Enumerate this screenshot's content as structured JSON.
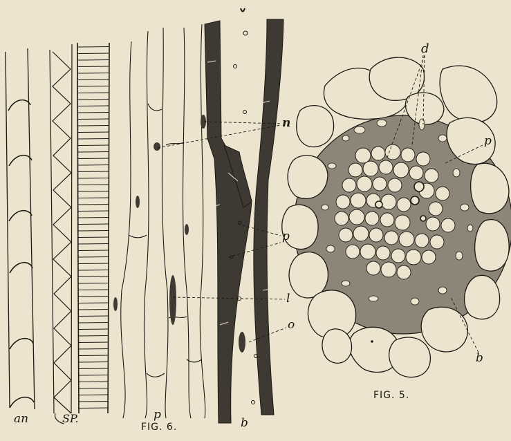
{
  "colors": {
    "paper": "#ece4cf",
    "ink": "#1c1812",
    "dark_wall": "#3e3a33",
    "ring_fill": "#8d8678"
  },
  "fig6": {
    "caption": "FIG. 6.",
    "labels": {
      "an": "an",
      "sp": "SP.",
      "p_bottom": "p",
      "b_bottom": "b",
      "n": "n",
      "p_right": "p",
      "l": "l",
      "o": "o"
    }
  },
  "fig5": {
    "caption": "FIG. 5.",
    "labels": {
      "d": "d",
      "p": "p",
      "b": "b"
    }
  }
}
